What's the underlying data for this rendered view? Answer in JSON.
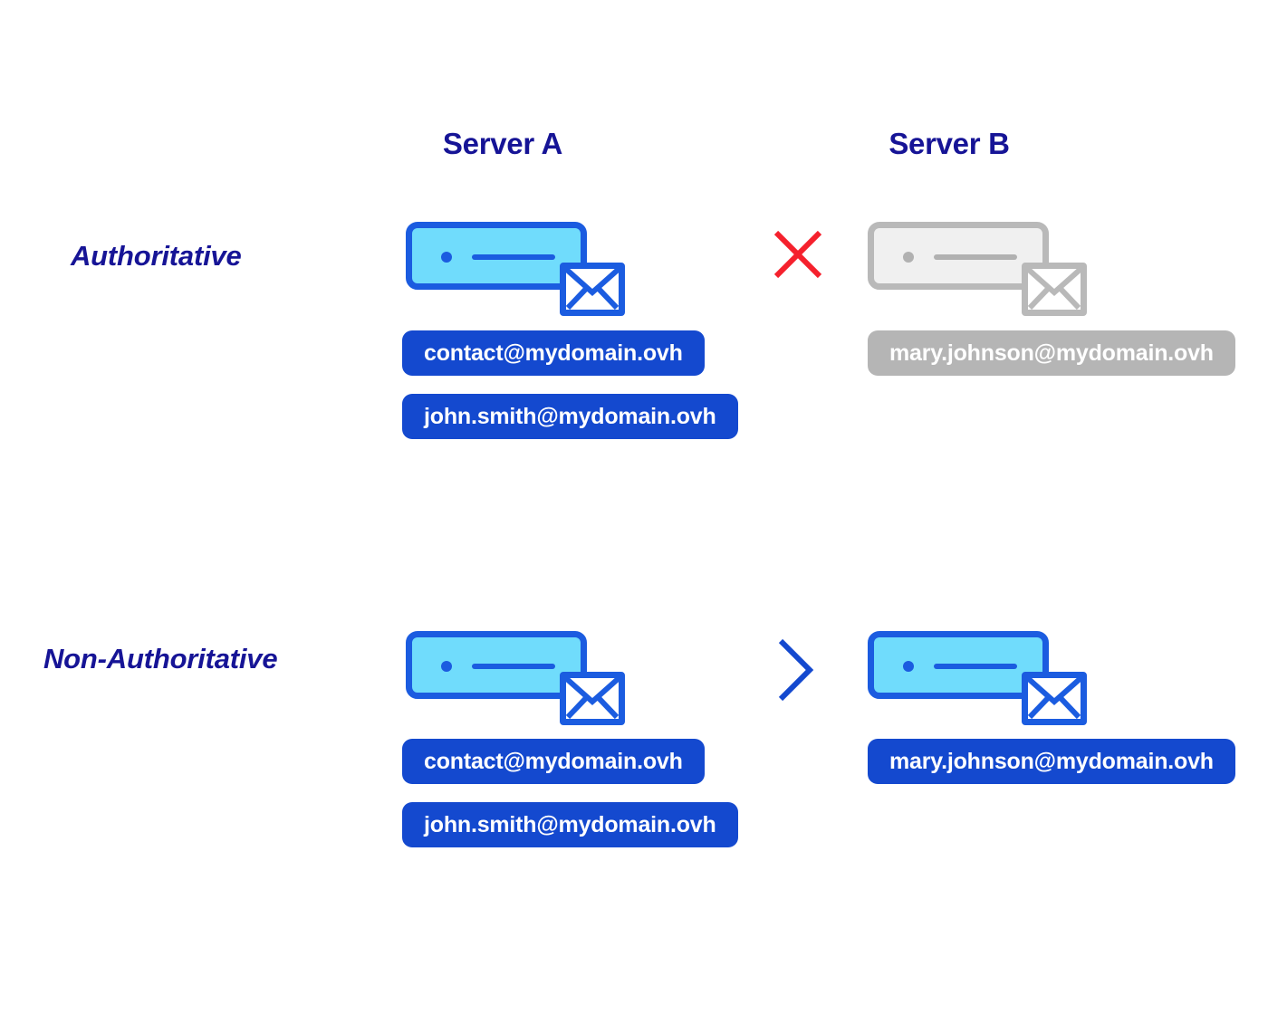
{
  "diagram": {
    "title_present": false,
    "columns": [
      {
        "id": "server-a",
        "label": "Server A"
      },
      {
        "id": "server-b",
        "label": "Server B"
      }
    ],
    "rows": [
      {
        "id": "authoritative",
        "label": "Authoritative",
        "server_a": {
          "state": "active",
          "icon": "server-with-envelope-icon",
          "emails": [
            "contact@mydomain.ovh",
            "john.smith@mydomain.ovh"
          ]
        },
        "connector": {
          "icon": "red-cross-icon",
          "meaning": "blocked",
          "color": "#f5212d"
        },
        "server_b": {
          "state": "disabled",
          "icon": "server-with-envelope-icon",
          "emails": [
            "mary.johnson@mydomain.ovh"
          ]
        }
      },
      {
        "id": "non-authoritative",
        "label": "Non-Authoritative",
        "server_a": {
          "state": "active",
          "icon": "server-with-envelope-icon",
          "emails": [
            "contact@mydomain.ovh",
            "john.smith@mydomain.ovh"
          ]
        },
        "connector": {
          "icon": "chevron-right-icon",
          "meaning": "forwarded",
          "color": "#1449cf"
        },
        "server_b": {
          "state": "active",
          "icon": "server-with-envelope-icon",
          "emails": [
            "mary.johnson@mydomain.ovh"
          ]
        }
      }
    ],
    "colors": {
      "heading_navy": "#161496",
      "badge_blue": "#1449cf",
      "badge_grey": "#b5b5b5",
      "server_fill_blue": "#70dcfc",
      "server_stroke_blue": "#1b5ce0",
      "server_fill_grey": "#f0f0f0",
      "server_stroke_grey": "#b9b9b9",
      "cross_red": "#f5212d",
      "background": "#ffffff"
    }
  }
}
